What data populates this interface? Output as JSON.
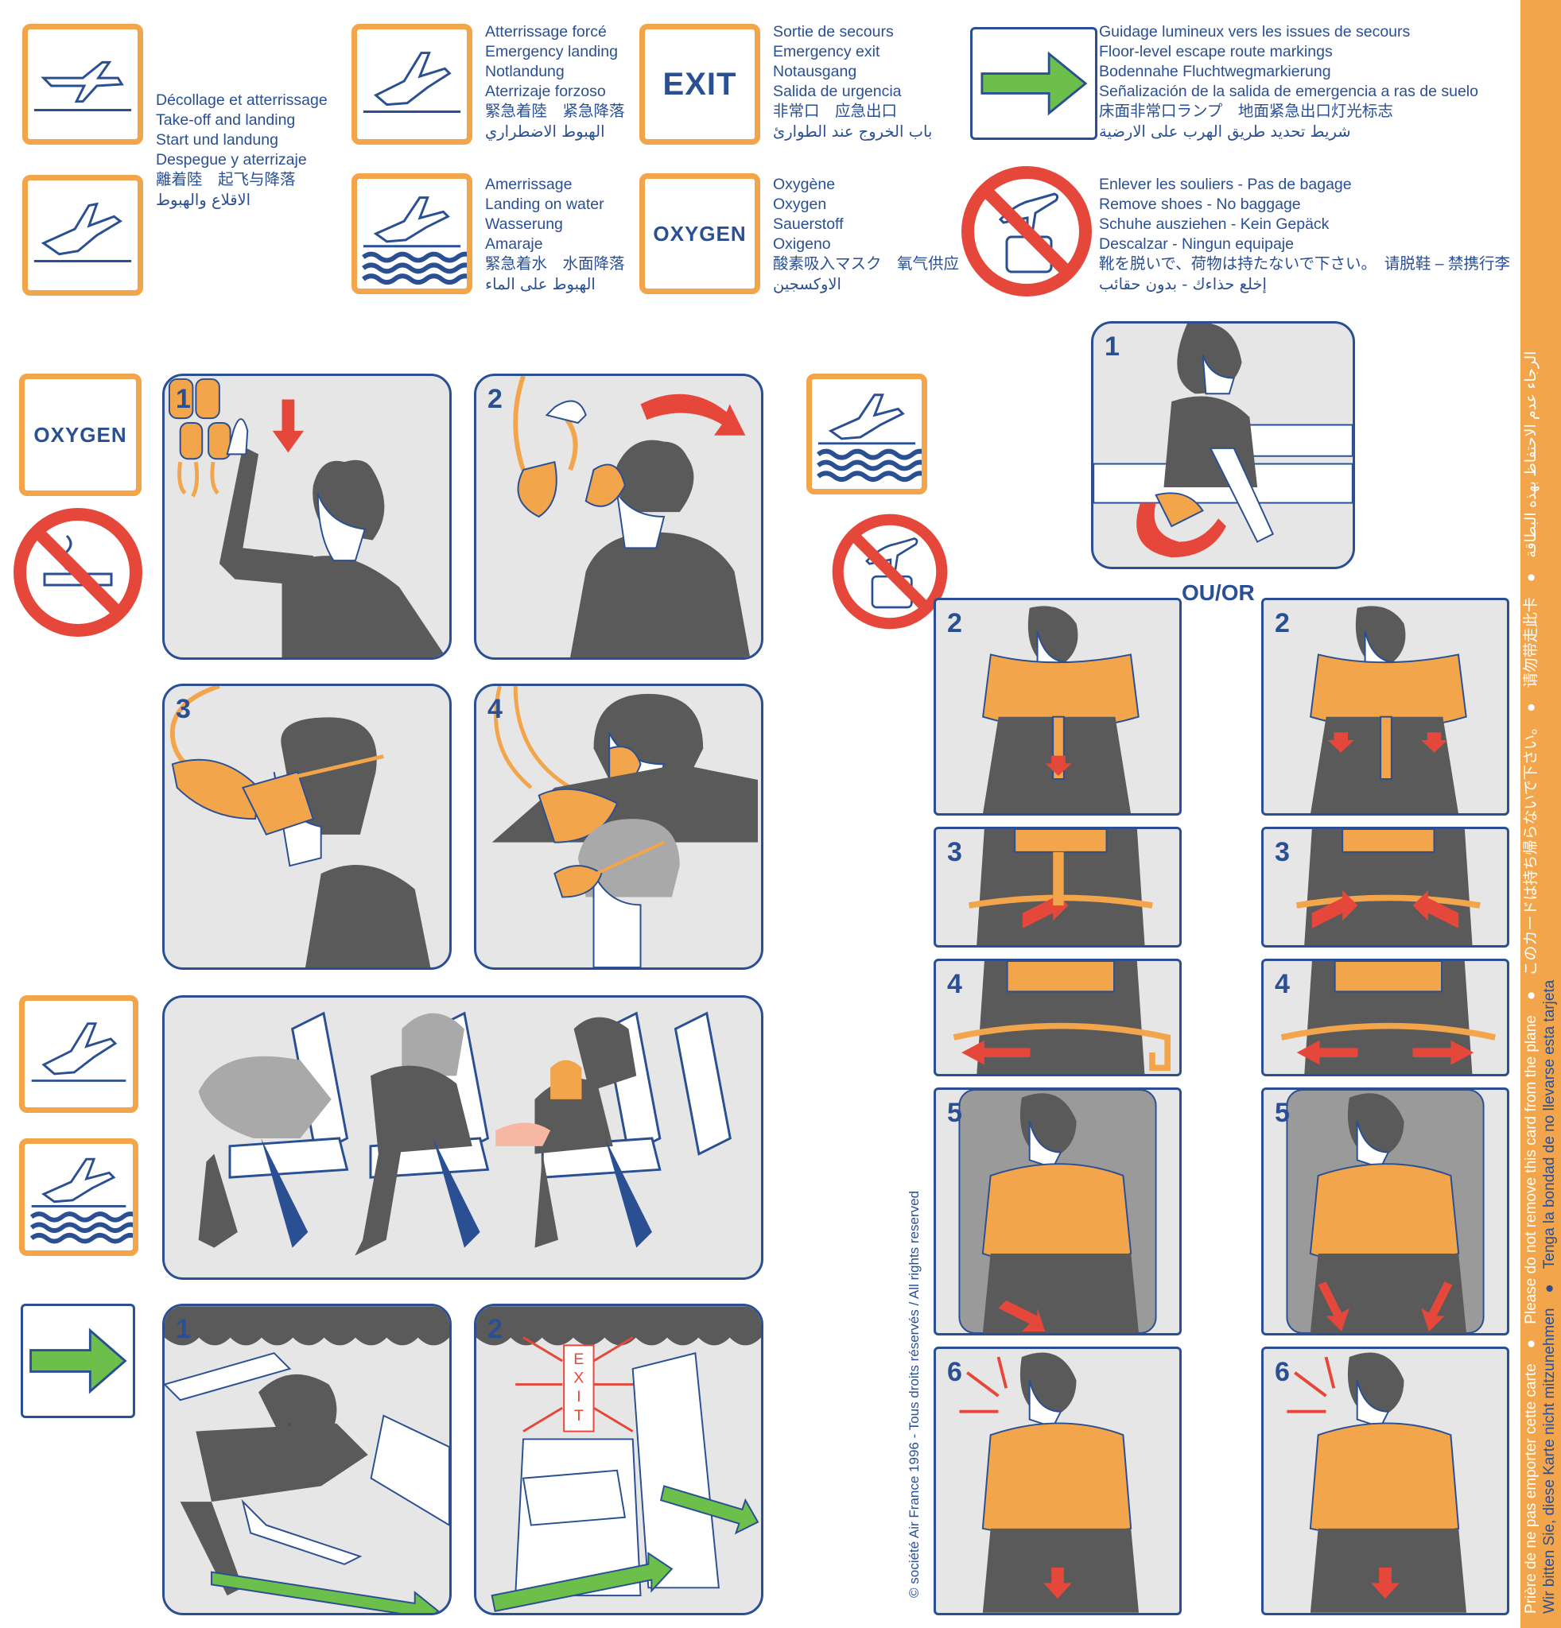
{
  "legend_signs": [
    {
      "label": "Décollage et atterrissage"
    },
    {
      "label": "Take-off and landing"
    }
  ],
  "legend": {
    "takeoff": {
      "lines": [
        "Décollage et atterrissage",
        "Take-off and landing",
        "Start und landung",
        "Despegue y aterrizaje",
        "離着陸　起飞与降落",
        "الاقلاع والهبوط"
      ]
    },
    "emergency_landing": {
      "lines": [
        "Atterrissage forcé",
        "Emergency landing",
        "Notlandung",
        "Aterrizaje forzoso",
        "緊急着陸　紧急降落",
        "الهبوط الاضطراري"
      ]
    },
    "water_landing": {
      "lines": [
        "Amerrissage",
        "Landing on water",
        "Wasserung",
        "Amaraje",
        "緊急着水　水面降落",
        "الهبوط على الماء"
      ]
    },
    "exit": {
      "sign": "EXIT",
      "lines": [
        "Sortie de secours",
        "Emergency exit",
        "Notausgang",
        "Salida de urgencia",
        "非常口　应急出口",
        "باب الخروج عند الطوارئ"
      ]
    },
    "oxygen": {
      "sign": "OXYGEN",
      "lines": [
        "Oxygène",
        "Oxygen",
        "Sauerstoff",
        "Oxigeno",
        "酸素吸入マスク　氧气供应",
        "الاوكسجين"
      ]
    },
    "floor_markings": {
      "lines": [
        "Guidage lumineux vers les issues de secours",
        "Floor-level escape route markings",
        "Bodennahe Fluchtwegmarkierung",
        "Señalización de la salida de emergencia a ras de suelo",
        "床面非常口ランプ　地面紧急出口灯光标志",
        "شريط تحديد طريق الهرب على الارضية"
      ]
    },
    "shoes": {
      "lines": [
        "Enlever les souliers - Pas de bagage",
        "Remove shoes - No baggage",
        "Schuhe ausziehen - Kein Gepäck",
        "Descalzar - Ningun equipaje",
        "靴を脱いで、荷物は持たないで下さい。　请脱鞋 – 禁携行李",
        "إخلع حذاءك - بدون حقائب"
      ]
    }
  },
  "oxygen_section": {
    "sign": "OXYGEN",
    "steps": [
      "1",
      "2",
      "3",
      "4"
    ]
  },
  "escape_steps": [
    "1",
    "2"
  ],
  "exit_sign_text": "EXIT",
  "lifevest": {
    "step1": "1",
    "separator": "OU/OR",
    "left_steps": [
      "2",
      "3",
      "4",
      "5",
      "6"
    ],
    "right_steps": [
      "2",
      "3",
      "4",
      "5",
      "6"
    ]
  },
  "copyright": "© société Air France 1996 - Tous droits réservés / All rights reserved",
  "side_strip": {
    "line_white": "Prière de ne pas emporter cette carte　●　Please do not remove this card from the plane　●　このカードは持ち帰らないで下さい。　●　请勿带走此卡　●　الرجاء عدم الاحتفاظ بهذه البطاقة",
    "line_blue": "Wir bitten Sie, diese Karte nicht mitzunehmen　●　Tenga la bondad de no llevarse esta tarjeta"
  },
  "colors": {
    "brand_blue": "#2a4f93",
    "accent_orange": "#f2a54a",
    "arrow_green": "#6cbf4a",
    "prohibit_red": "#e5483a",
    "panel_grey": "#e6e6e6",
    "figure_grey": "#5a5a5a"
  }
}
